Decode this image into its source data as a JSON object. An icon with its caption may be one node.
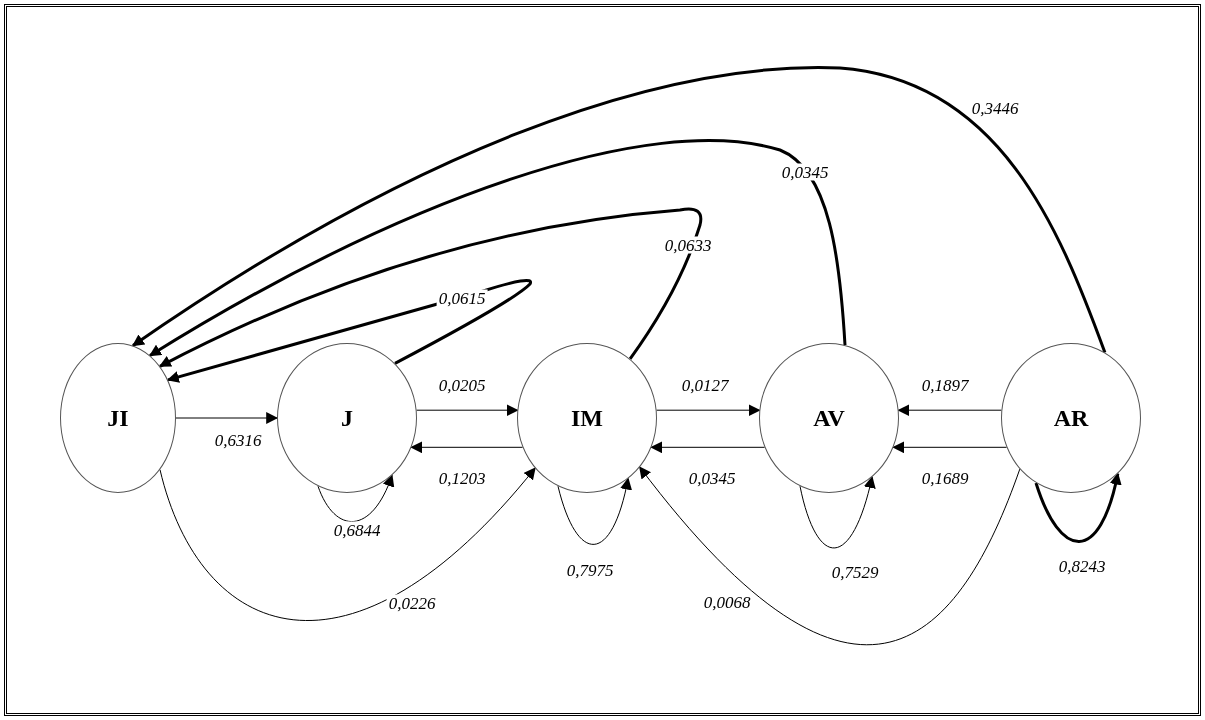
{
  "diagram": {
    "nodes": [
      {
        "text": [
          "JI"
        ]
      },
      {
        "text": [
          "J"
        ]
      },
      {
        "text": [
          "IM"
        ]
      },
      {
        "text": [
          "AV"
        ]
      },
      {
        "text": [
          "AR"
        ]
      }
    ],
    "edges": [
      {
        "from": 0,
        "to": 1,
        "arrow": "to",
        "label": "0,6316"
      },
      {
        "from": 1,
        "to": 2,
        "arrow": "to",
        "label": "0,0205"
      },
      {
        "from": 2,
        "to": 1,
        "arrow": "to",
        "label": "0,1203"
      },
      {
        "from": 2,
        "to": 3,
        "arrow": "to",
        "label": "0,0127"
      },
      {
        "from": 3,
        "to": 2,
        "arrow": "to",
        "label": "0,0345"
      },
      {
        "from": 4,
        "to": 3,
        "arrow": "to",
        "label": "0,1897"
      },
      {
        "from": 4,
        "to": 3,
        "arrow": "to",
        "label": "0,1689"
      },
      {
        "from": 1,
        "to": 1,
        "arrow": "to",
        "label": "0,6844"
      },
      {
        "from": 2,
        "to": 2,
        "arrow": "to",
        "label": "0,7975"
      },
      {
        "from": 3,
        "to": 3,
        "arrow": "to",
        "label": "0,7529"
      },
      {
        "from": 4,
        "to": 4,
        "arrow": "to",
        "label": "0,8243",
        "style": "thick"
      },
      {
        "from": 0,
        "to": 2,
        "arrow": "to",
        "label": "0,0226"
      },
      {
        "from": 4,
        "to": 2,
        "arrow": "to",
        "label": "0,0068"
      },
      {
        "from": 1,
        "to": 0,
        "arrow": "to",
        "label": "0,0615",
        "style": "thick"
      },
      {
        "from": 2,
        "to": 0,
        "arrow": "to",
        "label": "0,0633",
        "style": "thick"
      },
      {
        "from": 3,
        "to": 0,
        "arrow": "to",
        "label": "0,0345",
        "style": "thick"
      },
      {
        "from": 4,
        "to": 0,
        "arrow": "to",
        "label": "0,3446",
        "style": "thick"
      }
    ]
  }
}
